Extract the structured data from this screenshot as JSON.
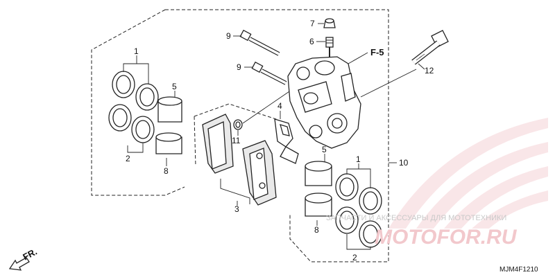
{
  "diagram": {
    "callouts": {
      "c1_top": "1",
      "c1_bottom": "1",
      "c2_top": "2",
      "c2_bottom": "2",
      "c3": "3",
      "c4": "4",
      "c5_top": "5",
      "c5_bottom": "5",
      "c6": "6",
      "c7": "7",
      "c8_top": "8",
      "c8_bottom": "8",
      "c9_top": "9",
      "c9_bottom": "9",
      "c10": "10",
      "c11": "11",
      "c12": "12"
    },
    "reference_label": "F-5",
    "direction_label": "FR.",
    "diagram_code": "MJM4F1210",
    "watermark": {
      "tagline": "ЗАПЧАСТИ И АКСЕССУАРЫ ДЛЯ МОТОТЕХНИКИ",
      "brand": "MOTOFOR.RU"
    },
    "colors": {
      "line": "#222222",
      "watermark": "#f2c8cc"
    }
  }
}
